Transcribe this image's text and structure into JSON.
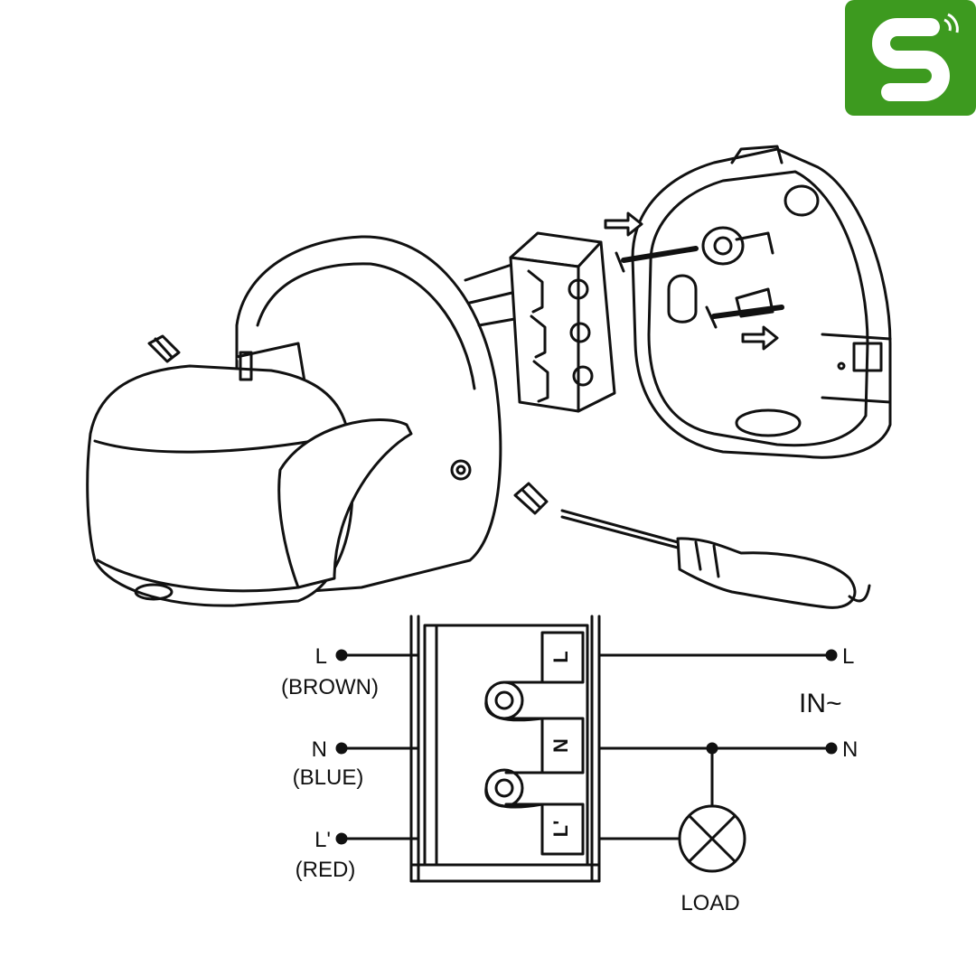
{
  "brand": {
    "logo_color": "#3d9a1f",
    "logo_letter": "S"
  },
  "wiring": {
    "left_terminals": [
      {
        "id": "L",
        "name": "(BROWN)"
      },
      {
        "id": "N",
        "name": "(BLUE)"
      },
      {
        "id": "L'",
        "name": "(RED)"
      }
    ],
    "block_labels": [
      "L",
      "N",
      "L'"
    ],
    "right_terminals": [
      "L",
      "N"
    ],
    "supply_label": "IN~",
    "load_label": "LOAD"
  }
}
